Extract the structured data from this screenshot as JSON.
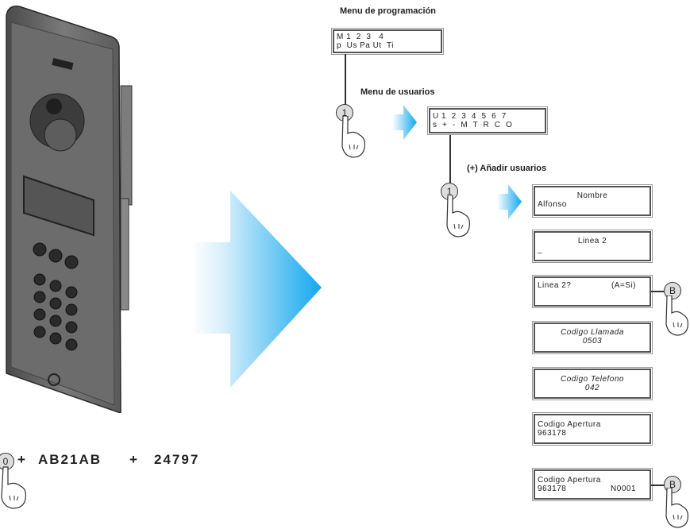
{
  "titles": {
    "programming_menu": "Menu de programación",
    "user_menu": "Menu de usuarios",
    "add_users": "(+) Añadir usuarios"
  },
  "screens": {
    "main_menu": [
      "M 1  2  3   4",
      "p  Us Pa Ut  Ti"
    ],
    "user_menu": [
      "U 1  2  3  4  5  6  7",
      "s  +  -  M  T  R  C  O"
    ],
    "name": [
      "Nombre",
      "Alfonso"
    ],
    "line2": [
      "Linea 2",
      "_"
    ],
    "line2_confirm": [
      "Linea 2?",
      "(A=Si)"
    ],
    "call_code": [
      "Codigo Llamada",
      "0503"
    ],
    "phone_code": [
      "Codigo Telefono",
      "042"
    ],
    "open_code": [
      "Codigo Apertura",
      "963178"
    ],
    "open_code_final": [
      "Codigo Apertura",
      "963178",
      "N0001"
    ]
  },
  "keys": {
    "one": "1",
    "b": "B",
    "start": "0"
  },
  "sequence": {
    "plus1": "+",
    "code1": "AB21AB",
    "plus2": "+",
    "code2": "24797"
  },
  "colors": {
    "arrow_blue": "#1aaef0",
    "arrow_light": "#e8f6fd",
    "panel": "#6e6e6e"
  }
}
